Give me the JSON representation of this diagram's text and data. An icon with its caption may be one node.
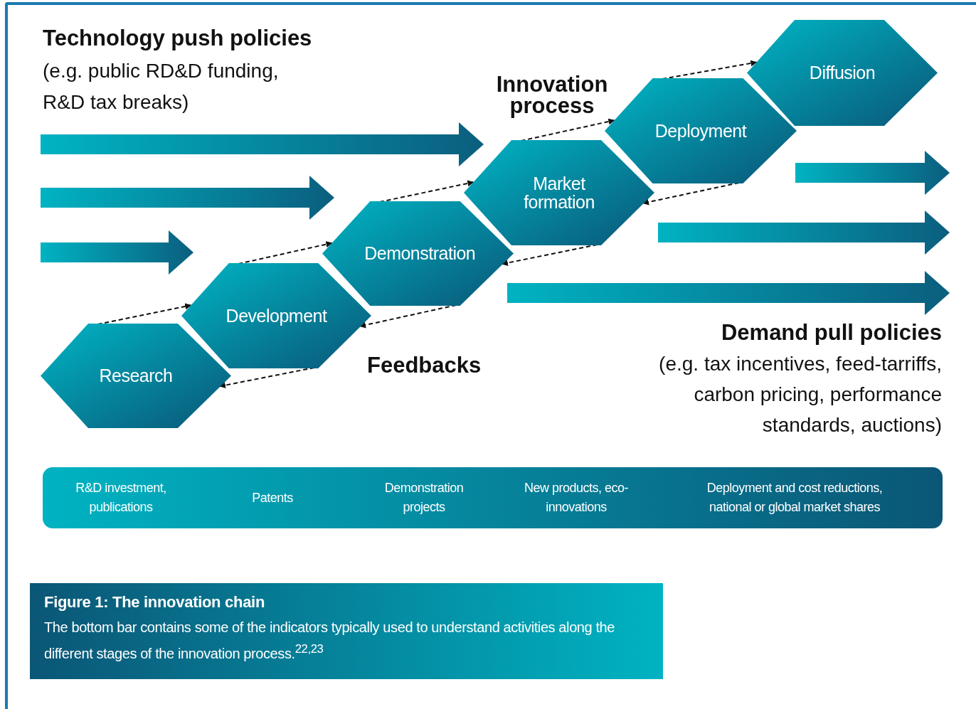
{
  "diagram": {
    "nodes": [
      {
        "text": [
          "Research"
        ]
      },
      {
        "text": [
          "Development"
        ]
      },
      {
        "text": [
          "Demonstration"
        ]
      },
      {
        "text": [
          "Market formation"
        ]
      },
      {
        "text": [
          "Deployment"
        ]
      },
      {
        "text": [
          "Diffusion"
        ]
      },
      {
        "text": [
          "R&D investment, publications",
          "Patents",
          "Demonstration projects",
          "New products, eco-innovations",
          "Deployment and cost reductions, national or global market shares"
        ]
      },
      {
        "text": [
          "Figure 1: The innovation chain",
          "The bottom bar contains some of the indicators typically used to understand activities along the different stages of the innovation process.$^{22,23}$"
        ]
      }
    ],
    "edges": [
      {
        "from": 0,
        "to": 1,
        "arrow": "to",
        "style": "dashed"
      },
      {
        "from": 1,
        "to": 2,
        "arrow": "to",
        "style": "dashed"
      },
      {
        "from": 2,
        "to": 3,
        "arrow": "to",
        "style": "dashed"
      },
      {
        "from": 3,
        "to": 4,
        "arrow": "to",
        "style": "dashed"
      },
      {
        "from": 4,
        "to": 5,
        "arrow": "to",
        "style": "dashed"
      },
      {
        "from": 1,
        "to": 0,
        "arrow": "to",
        "style": "dashed"
      },
      {
        "from": 2,
        "to": 1,
        "arrow": "to",
        "style": "dashed"
      },
      {
        "from": 3,
        "to": 2,
        "arrow": "to",
        "style": "dashed"
      },
      {
        "from": 4,
        "to": 3,
        "arrow": "to",
        "style": "dashed"
      }
    ],
    "labels": [
      "Technology push policies",
      "(e.g. public RD&D funding, R&D tax breaks)",
      "Innovation process",
      "Feedbacks",
      "Demand pull policies",
      "(e.g. tax incentives, feed-tarriffs, carbon pricing, performance standards, auctions)"
    ]
  }
}
